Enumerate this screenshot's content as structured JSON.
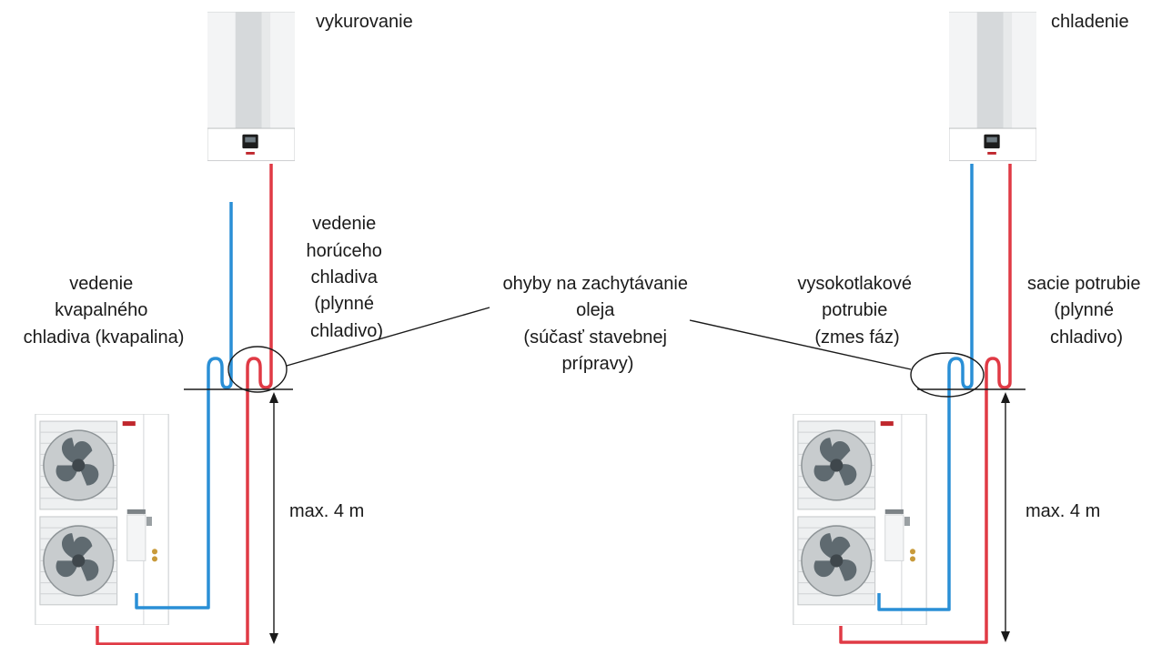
{
  "left": {
    "title": "vykurovanie",
    "label_hot_gas": [
      "vedenie",
      "horúceho",
      "chladiva",
      "(plynné",
      "chladivo)"
    ],
    "label_liquid": [
      "vedenie",
      "kvapalného",
      "chladiva (kvapalina)"
    ],
    "dimension": "max. 4 m"
  },
  "center": {
    "label_oil_traps": [
      "ohyby na zachytávanie",
      "oleja",
      "(súčasť stavebnej",
      "prípravy)"
    ]
  },
  "right": {
    "title": "chladenie",
    "label_high_pressure": [
      "vysokotlakové",
      "potrubie",
      "(zmes fáz)"
    ],
    "label_suction": [
      "sacie potrubie",
      "(plynné",
      "chladivo)"
    ],
    "dimension": "max. 4 m"
  },
  "colors": {
    "liquid_pipe": "#2a8fd6",
    "gas_pipe": "#e03a45",
    "unit_body": "#ffffff",
    "unit_stripe": "#d9dcde",
    "display": "#1c1c1c"
  },
  "icons": {
    "indoor_unit": "wall-mounted-indoor-unit",
    "outdoor_unit": "outdoor-heat-pump-unit"
  }
}
